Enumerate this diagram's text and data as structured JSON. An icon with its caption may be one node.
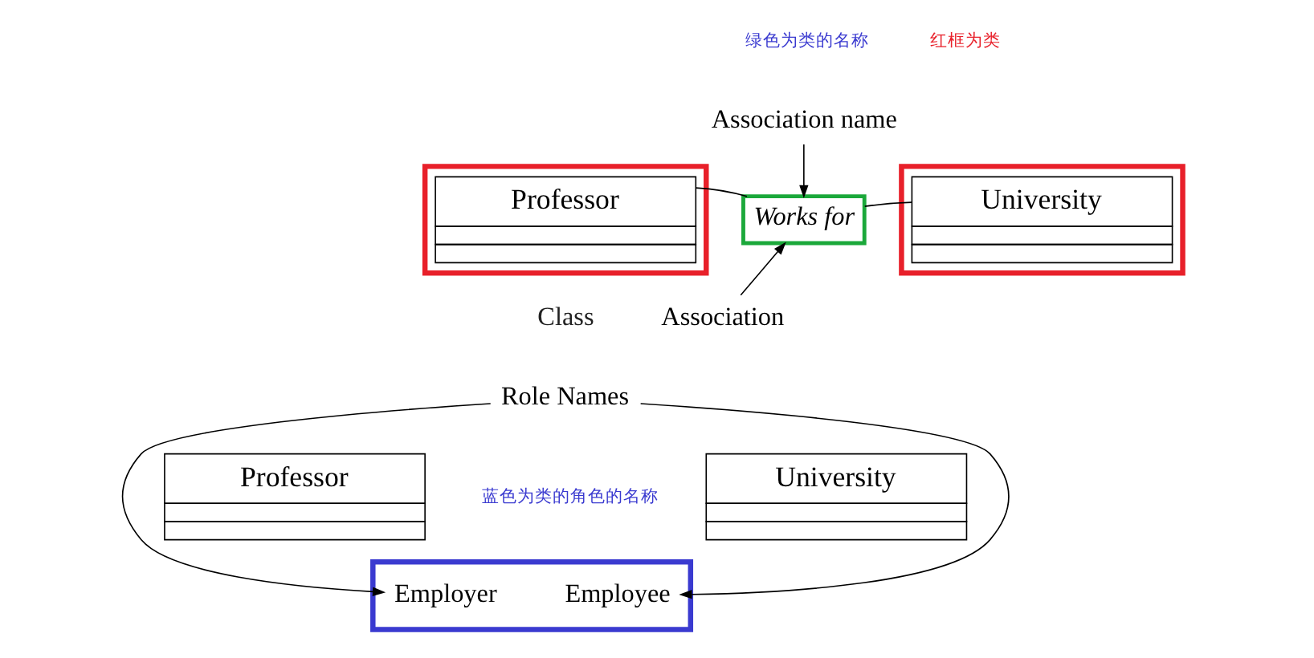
{
  "diagram": {
    "nodes": [
      {
        "text": [],
        "shape": "box"
      },
      {
        "text": [
          "Professor"
        ],
        "in": 0
      },
      {
        "text": [
          "Works for"
        ]
      },
      {
        "text": [],
        "shape": "box"
      },
      {
        "text": [
          "University"
        ],
        "in": 3
      },
      {
        "text": [
          "Association name"
        ]
      },
      {
        "text": [
          "Association"
        ]
      },
      {
        "text": [
          "Role Names"
        ]
      },
      {
        "text": [
          "Professor"
        ]
      },
      {
        "text": [],
        "shape": "box"
      },
      {
        "text": [
          "Employee"
        ],
        "in": 9
      },
      {
        "text": [
          "Employer"
        ],
        "in": 9
      },
      {
        "text": [
          "University"
        ]
      }
    ],
    "edges": [
      {
        "from": 1,
        "to": 2,
        "arrow": "none"
      },
      {
        "from": 2,
        "to": 4,
        "arrow": "none"
      },
      {
        "from": 5,
        "to": 2,
        "arrow": "to"
      },
      {
        "from": 6,
        "to": 2,
        "arrow": "to"
      },
      {
        "from": 7,
        "to": 10,
        "arrow": "to"
      },
      {
        "from": 7,
        "to": 11,
        "arrow": "to"
      }
    ],
    "labels": [
      "绿色为类的名称",
      "红框为类",
      "Class",
      "蓝色为类的角色的名称"
    ]
  }
}
